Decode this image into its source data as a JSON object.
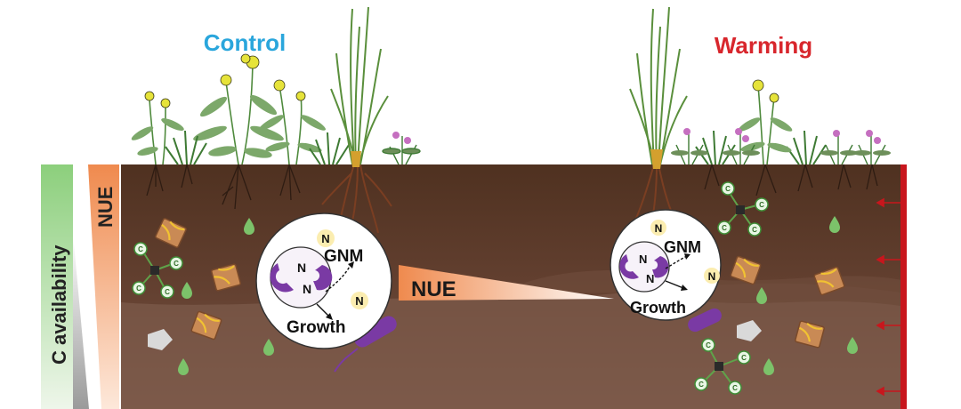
{
  "titles": {
    "control": "Control",
    "warming": "Warming"
  },
  "side_labels": {
    "c_availability": "C availability",
    "nue": "NUE"
  },
  "center_label": "NUE",
  "cells": {
    "n": "N",
    "gnm": "GNM",
    "growth": "Growth"
  },
  "carbon_symbol": "C",
  "colors": {
    "control_title": "#2aa6dc",
    "warming_title": "#d8262c",
    "soil_top": "#5b3a26",
    "soil_mid": "#6e4a35",
    "soil_low": "#7a5848",
    "warming_bar": "#c8161d",
    "nue_orange": "#ef8a4e",
    "c_green": "#8ccf7c",
    "microbe_purple": "#7a3aa4",
    "n_token": "#fbedb0"
  }
}
